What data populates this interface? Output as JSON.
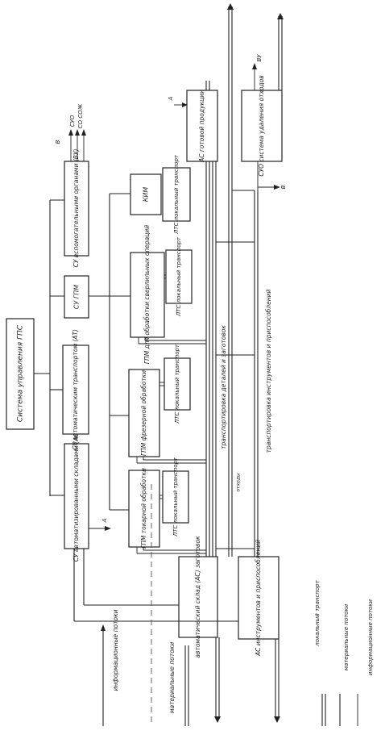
{
  "diagram": {
    "control_system": "Система управления ГПС",
    "su_as": "СУ автоматизированными складами (АС)",
    "su_at": "СУ автоматическим транспортом (АТ)",
    "su_gpm": "СУ ГПМ",
    "su_vu": "СУ вспомогательными органами (ВУ)",
    "kim": "КИМ",
    "gpm_turning": "ГПМ токарной обработки",
    "gpm_milling": "ГПМ фрезерной обработки",
    "gpm_drilling": "ГПМ для обработки сверлильных операций",
    "lts": "ЛТС локальный транспорт",
    "as_blanks": "автоматический склад (АС) заготовок",
    "as_tools": "АС инструментов и приспособлений",
    "as_products": "АС готовой продукции",
    "suo": "СУО система удаления отходов",
    "transport_parts": "транспортировка деталей и заготовок",
    "transport_tools": "транспортировка инструментов и приспособлений",
    "waste": "отходы",
    "out_suo": "СУО",
    "out_so_sozh": "СО СОЖ",
    "mark_a": "А",
    "mark_v": "В",
    "mark_vu": "ВУ",
    "info_flows": "информационные потоки",
    "material_flows": "материальные потоки",
    "legend_local": "локальный транспорт",
    "legend_material": "материальные потоки",
    "legend_info": "информационные потоки"
  }
}
